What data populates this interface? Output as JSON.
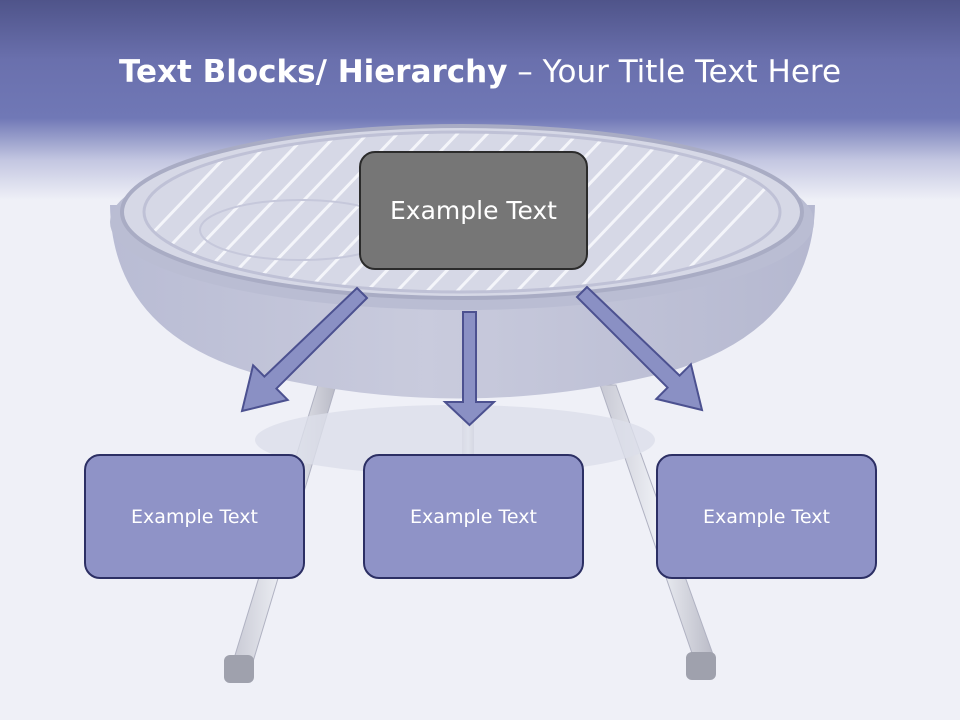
{
  "title": {
    "bold_part": "Text Blocks/ Hierarchy",
    "dash": " – ",
    "regular_part": "Your Title Text Here"
  },
  "diagram": {
    "top_box": "Example Text",
    "child_boxes": [
      "Example Text",
      "Example Text",
      "Example Text"
    ]
  },
  "colors": {
    "header_band": "#6a70ad",
    "top_box_fill": "#767676",
    "child_box_fill": "#8f93c7",
    "arrow_fill": "#8a90c4",
    "arrow_stroke": "#4c5190",
    "background": "#eff0f7"
  },
  "background_image": "barbecue-grill-icon"
}
